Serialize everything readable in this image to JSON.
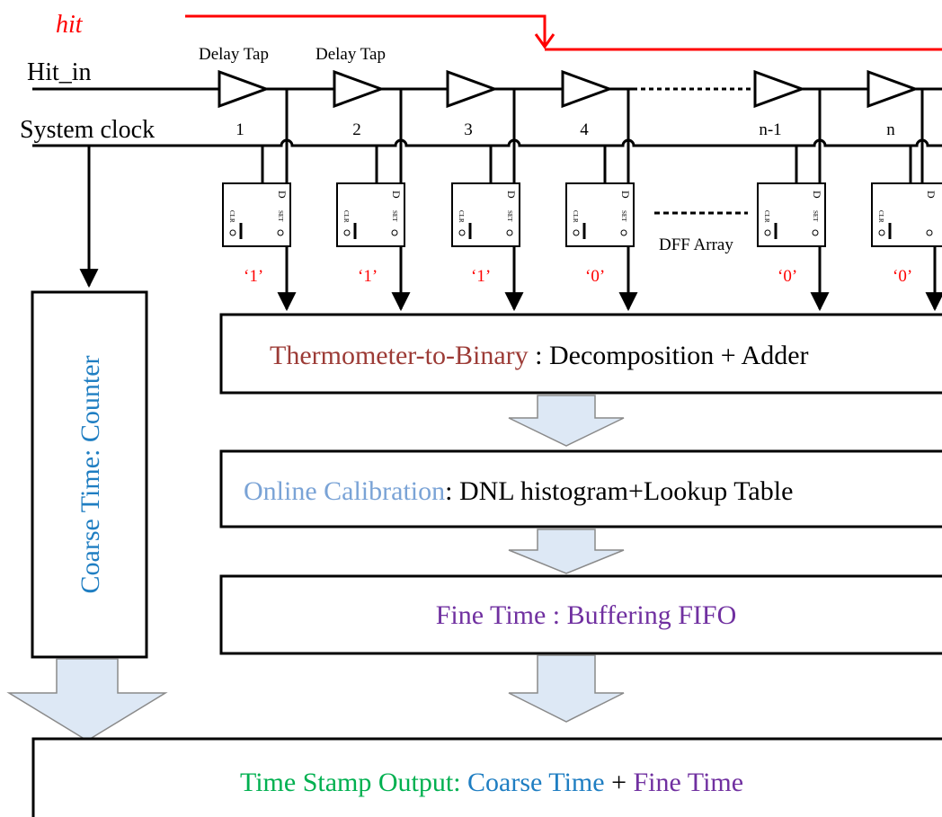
{
  "signals": {
    "hit": "hit",
    "hit_in": "Hit_in",
    "system_clock": "System clock"
  },
  "delay_taps": [
    {
      "label": "Delay Tap",
      "index": "1"
    },
    {
      "label": "Delay Tap",
      "index": "2"
    },
    {
      "label": "",
      "index": "3"
    },
    {
      "label": "",
      "index": "4"
    },
    {
      "label": "",
      "index": "n-1"
    },
    {
      "label": "",
      "index": "n"
    }
  ],
  "dff": {
    "d_pin": "D",
    "set_pin": "SET",
    "clr_pin": "CLR",
    "array_label": "DFF Array"
  },
  "thermometer_values": [
    "‘1’",
    "‘1’",
    "‘1’",
    "‘0’",
    "‘0’",
    "‘0’"
  ],
  "blocks": {
    "thermometer": {
      "highlight": "Thermometer-to-Binary",
      "rest": " : Decomposition + Adder"
    },
    "calibration": {
      "highlight": "Online Calibration",
      "rest": ": DNL histogram+Lookup Table"
    },
    "fine_time": {
      "text": "Fine Time : Buffering FIFO"
    },
    "coarse_time": {
      "prefix": "Coarse Time: ",
      "highlight": "Counter"
    },
    "output": {
      "part1": "Time Stamp Output: ",
      "part2": "Coarse Time",
      "part3": " + ",
      "part4": "Fine Time"
    }
  },
  "colors": {
    "hit": "#ff0000",
    "thermometer_label": "#9c3b36",
    "calibration_label": "#7aa3d6",
    "fine_time": "#7030a0",
    "coarse_time": "#1f7ec2",
    "output_green": "#00b050",
    "arrow_fill": "#dde8f5"
  }
}
